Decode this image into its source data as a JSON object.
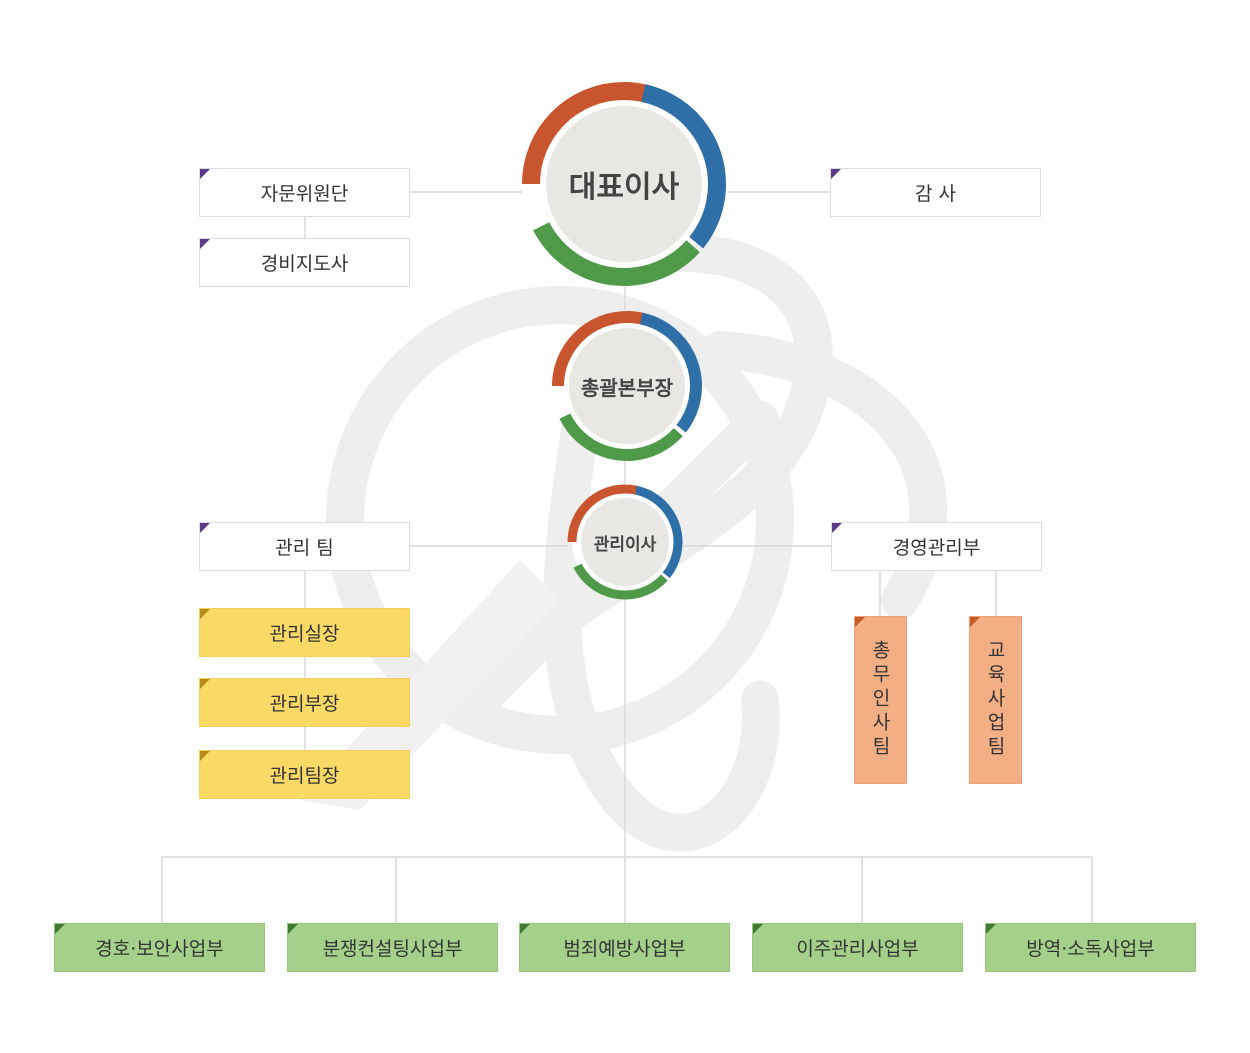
{
  "top": {
    "ceo": "대표이사",
    "gm": "총괄본부장",
    "md": "관리이사"
  },
  "left": {
    "advisory": "자문위원단",
    "security_director": "경비지도사",
    "mgmt_team": "관리 팀"
  },
  "right": {
    "auditor": "감 사",
    "mgmt_dept": "경영관리부"
  },
  "mgmt_team_roles": [
    "관리실장",
    "관리부장",
    "관리팀장"
  ],
  "mgmt_dept_teams": [
    "총무인사팀",
    "교육사업팀"
  ],
  "divisions": [
    "경호·보안사업부",
    "분쟁컨설팅사업부",
    "범죄예방사업부",
    "이주관리사업부",
    "방역·소독사업부"
  ],
  "colors": {
    "ring_orange": "#c9552f",
    "ring_blue": "#2f6fa8",
    "ring_green": "#4f9a48",
    "yellow_box": "#fbd966",
    "orange_box": "#f3ae83",
    "green_box": "#a5d08a",
    "corner_purple": "#5b3a8a"
  }
}
